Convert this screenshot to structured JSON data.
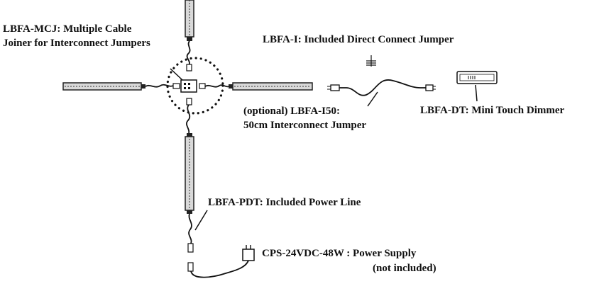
{
  "labels": {
    "mcj_line1": "LBFA-MCJ: Multiple Cable",
    "mcj_line2": "Joiner for Interconnect Jumpers",
    "direct_jumper": "LBFA-I: Included Direct Connect Jumper",
    "i50_line1": "(optional) LBFA-I50:",
    "i50_line2": "50cm Interconnect Jumper",
    "dimmer": "LBFA-DT: Mini Touch Dimmer",
    "power_line": "LBFA-PDT: Included Power Line",
    "supply_line1": "CPS-24VDC-48W : Power Supply",
    "supply_line2": "(not included)"
  },
  "colors": {
    "ink": "#111111",
    "bar_fill": "#d9d9d9",
    "bar_stroke": "#222222"
  }
}
